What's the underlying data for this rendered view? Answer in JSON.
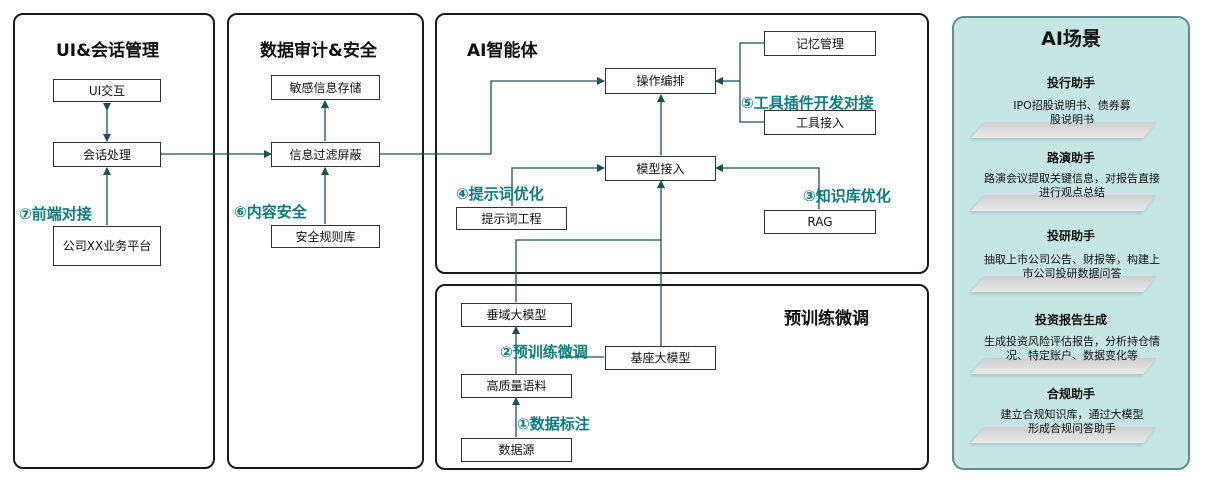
{
  "panels": {
    "ui": {
      "title": "UI&会话管理"
    },
    "audit": {
      "title": "数据审计&安全"
    },
    "agent": {
      "title": "AI智能体"
    },
    "pretrain": {
      "title": "预训练微调"
    }
  },
  "boxes": {
    "ui_interact": "UI交互",
    "session": "会话处理",
    "platform": "公司XX业务平台",
    "sensitive": "敏感信息存储",
    "filter": "信息过滤屏蔽",
    "rules": "安全规则库",
    "orchestration": "操作编排",
    "memory": "记忆管理",
    "tool_access": "工具接入",
    "model_access": "模型接入",
    "prompt_eng": "提示词工程",
    "rag": "RAG",
    "vertical_model": "垂域大模型",
    "base_model": "基座大模型",
    "corpus": "高质量语料",
    "datasource": "数据源"
  },
  "tags": {
    "t1": "①数据标注",
    "t2": "②预训练微调",
    "t3": "③知识库优化",
    "t4": "④提示词优化",
    "t5": "⑤工具插件开发对接",
    "t6": "⑥内容安全",
    "t7": "⑦前端对接"
  },
  "scenes": {
    "title": "AI场景",
    "items": [
      {
        "name": "投行助手",
        "desc": "IPO招股说明书、债券募股说明书"
      },
      {
        "name": "路演助手",
        "desc": "路演会议提取关键信息，对报告直接进行观点总结"
      },
      {
        "name": "投研助手",
        "desc": "抽取上市公司公告、财报等，构建上市公司投研数据问答"
      },
      {
        "name": "投资报告生成",
        "desc": "生成投资风险评估报告，分析持仓情况、特定账户、数据变化等"
      },
      {
        "name": "合规助手",
        "desc": "建立合规知识库，通过大模型形成合规问答助手"
      }
    ]
  },
  "colors": {
    "tag": "#0d7b7b",
    "scene_bg": "#c6e6e3",
    "line": "#1f4f4f"
  }
}
